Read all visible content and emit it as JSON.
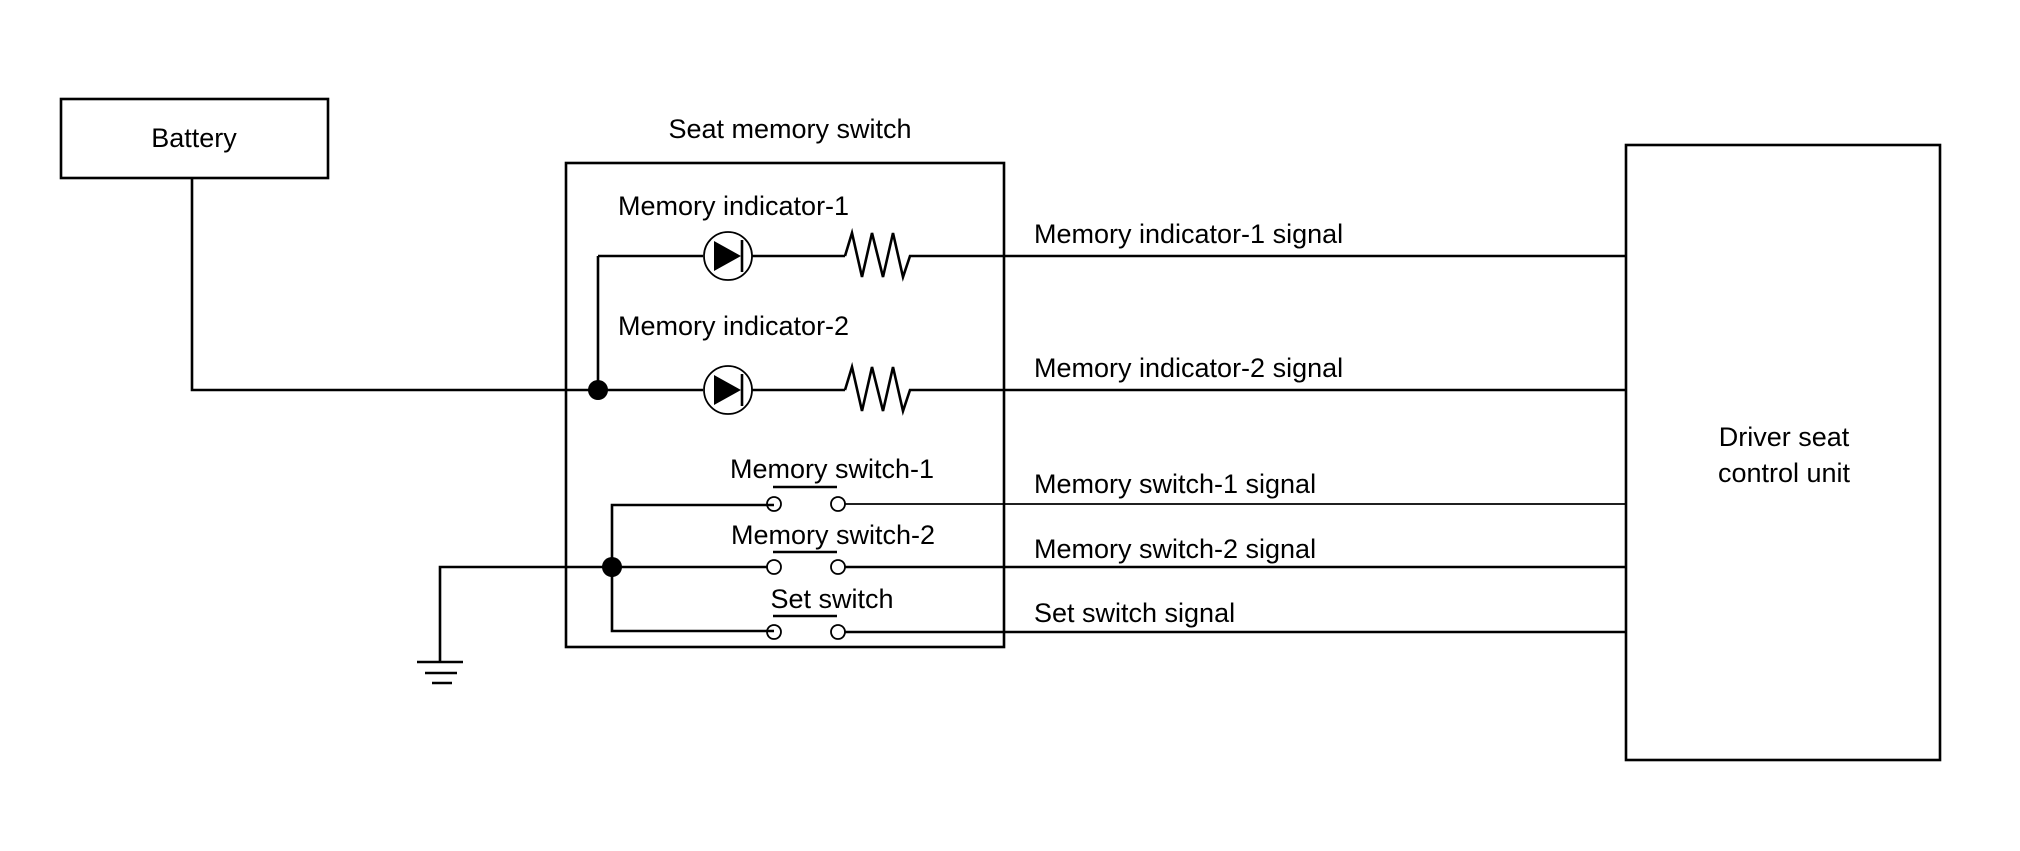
{
  "diagram": {
    "type": "wiring-schematic",
    "colors": {
      "line": "#000000",
      "background": "#ffffff"
    },
    "battery": {
      "label": "Battery"
    },
    "ground": {
      "icon": "ground-icon"
    },
    "seat_memory_switch": {
      "title": "Seat memory switch",
      "indicators": [
        {
          "label": "Memory indicator-1",
          "icon": "led-diode-icon",
          "resistor_icon": "resistor-icon"
        },
        {
          "label": "Memory indicator-2",
          "icon": "led-diode-icon",
          "resistor_icon": "resistor-icon"
        }
      ],
      "switches": [
        {
          "label": "Memory switch-1",
          "icon": "push-switch-icon"
        },
        {
          "label": "Memory switch-2",
          "icon": "push-switch-icon"
        },
        {
          "label": "Set switch",
          "icon": "push-switch-icon"
        }
      ]
    },
    "signals": [
      "Memory indicator-1 signal",
      "Memory indicator-2 signal",
      "Memory switch-1 signal",
      "Memory switch-2 signal",
      "Set switch signal"
    ],
    "control_unit": {
      "label_line1": "Driver seat",
      "label_line2": "control unit"
    }
  }
}
